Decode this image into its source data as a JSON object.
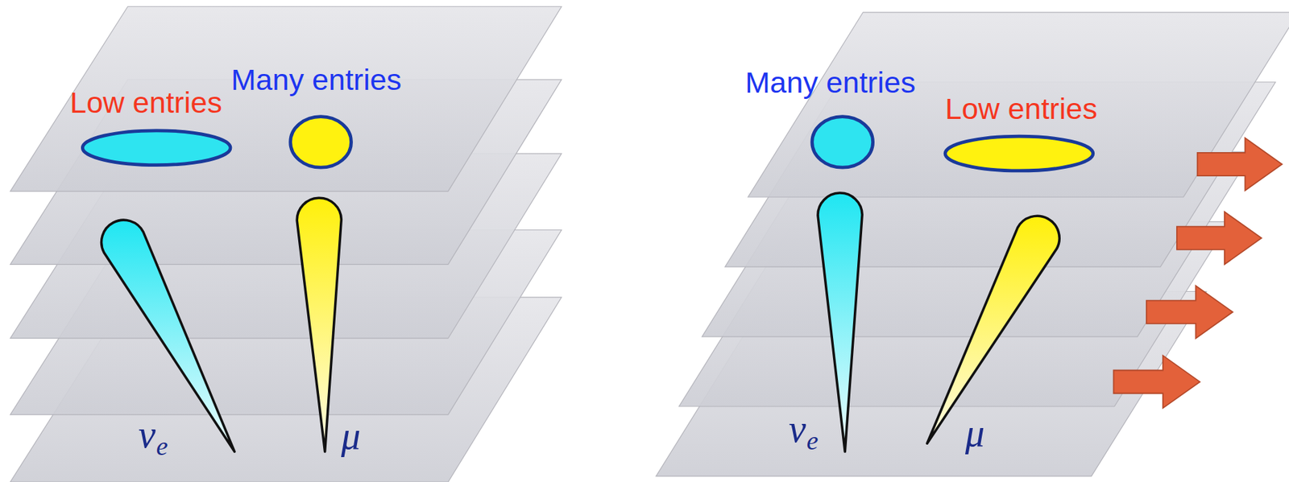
{
  "diagram": {
    "labels": [
      "Low entries",
      "Many entries",
      "ν",
      "e",
      "μ",
      "Many entries",
      "Low entries",
      "ν",
      "e",
      "μ"
    ]
  }
}
